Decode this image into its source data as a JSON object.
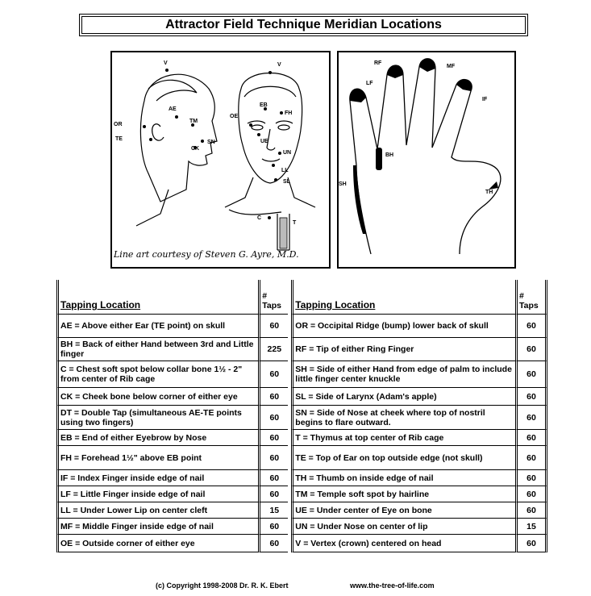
{
  "title": "Attractor Field Technique Meridian Locations",
  "image_credit": "Line art courtesy of Steven G. Ayre, M.D.",
  "face_labels": {
    "profile": [
      "V",
      "AE",
      "TM",
      "OR",
      "TE",
      "CK",
      "SN"
    ],
    "front": [
      "V",
      "EB",
      "FH",
      "OE",
      "UE",
      "UN",
      "LL",
      "SL"
    ],
    "chest": [
      "C",
      "T"
    ]
  },
  "hand_labels": [
    "RF",
    "MF",
    "LF",
    "IF",
    "BH",
    "SH",
    "TH"
  ],
  "table": {
    "col_location": "Tapping Location",
    "col_taps_line1": "#",
    "col_taps_line2": "Taps",
    "rows": [
      {
        "left": "AE = Above either Ear (TE point) on skull",
        "left_taps": "60",
        "right": "OR = Occipital Ridge (bump) lower back  of skull",
        "right_taps": "60"
      },
      {
        "left": "BH = Back of either Hand between 3rd and Little finger",
        "left_taps": "225",
        "right": "RF = Tip of either Ring Finger",
        "right_taps": "60"
      },
      {
        "left": "C = Chest soft spot below collar bone 1½ - 2\" from center of Rib cage",
        "left_taps": "60",
        "right": "SH = Side of either Hand from edge of  palm to include little finger center knuckle",
        "right_taps": "60"
      },
      {
        "left": "CK = Cheek bone below corner of either eye",
        "left_taps": "60",
        "right": "SL = Side of Larynx (Adam's apple)",
        "right_taps": "60"
      },
      {
        "left": "DT = Double Tap (simultaneous AE-TE points using two fingers)",
        "left_taps": "60",
        "right": "SN = Side of Nose at cheek where top of  nostril begins to flare outward.",
        "right_taps": "60"
      },
      {
        "left": "EB = End of either Eyebrow by Nose",
        "left_taps": "60",
        "right": "T = Thymus at top center of Rib cage",
        "right_taps": "60"
      },
      {
        "left": "FH = Forehead 1½\" above EB point",
        "left_taps": "60",
        "right": "TE = Top of Ear on top outside edge (not  skull)",
        "right_taps": "60"
      },
      {
        "left": "IF = Index Finger inside edge of nail",
        "left_taps": "60",
        "right": "TH = Thumb on inside edge of nail",
        "right_taps": "60"
      },
      {
        "left": "LF = Little Finger inside edge of nail",
        "left_taps": "60",
        "right": "TM = Temple soft spot by hairline",
        "right_taps": "60"
      },
      {
        "left": "LL = Under Lower Lip on center cleft",
        "left_taps": "15",
        "right": "UE = Under center of Eye on bone",
        "right_taps": "60"
      },
      {
        "left": "MF = Middle Finger inside edge of nail",
        "left_taps": "60",
        "right": "UN = Under Nose on center of lip",
        "right_taps": "15"
      },
      {
        "left": "OE = Outside corner of either eye",
        "left_taps": "60",
        "right": "V = Vertex (crown) centered on head",
        "right_taps": "60"
      }
    ]
  },
  "footer": {
    "copyright": "(c) Copyright 1998-2008 Dr. R. K. Ebert",
    "website": "www.the-tree-of-life.com"
  }
}
